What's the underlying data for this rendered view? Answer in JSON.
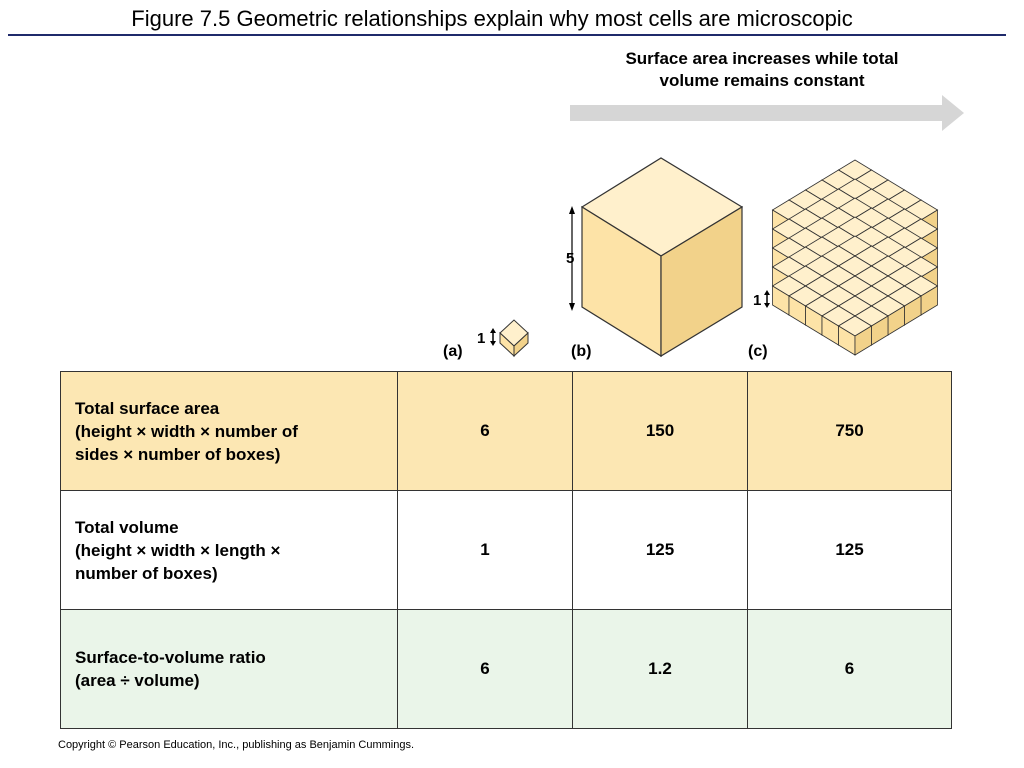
{
  "title": "Figure 7.5  Geometric relationships explain why most cells are microscopic",
  "arrow_caption": [
    "Surface area increases while total",
    "volume remains constant"
  ],
  "figures": {
    "a_label": "(a)",
    "b_label": "(b)",
    "c_label": "(c)",
    "a_dim": "1",
    "b_dim": "5",
    "c_dim": "1"
  },
  "table": {
    "rows": [
      {
        "header": [
          "Total surface area",
          "(height  × width × number of",
          "sides × number of boxes)"
        ],
        "values": [
          "6",
          "150",
          "750"
        ]
      },
      {
        "header": [
          "Total volume",
          "(height × width × length ×",
          "number of boxes)"
        ],
        "values": [
          "1",
          "125",
          "125"
        ]
      },
      {
        "header": [
          "Surface-to-volume ratio",
          "(area ÷ volume)"
        ],
        "values": [
          "6",
          "1.2",
          "6"
        ]
      }
    ]
  },
  "copyright": "Copyright © Pearson Education, Inc., publishing as Benjamin Cummings.",
  "colors": {
    "cube_front": "#fde3a7",
    "cube_top": "#fff0cc",
    "cube_side": "#f2d28a",
    "surface_row": "#fce7b3",
    "ratio_row": "#eaf5e9",
    "arrow": "#d6d6d6",
    "title_rule": "#1f2a6b"
  }
}
